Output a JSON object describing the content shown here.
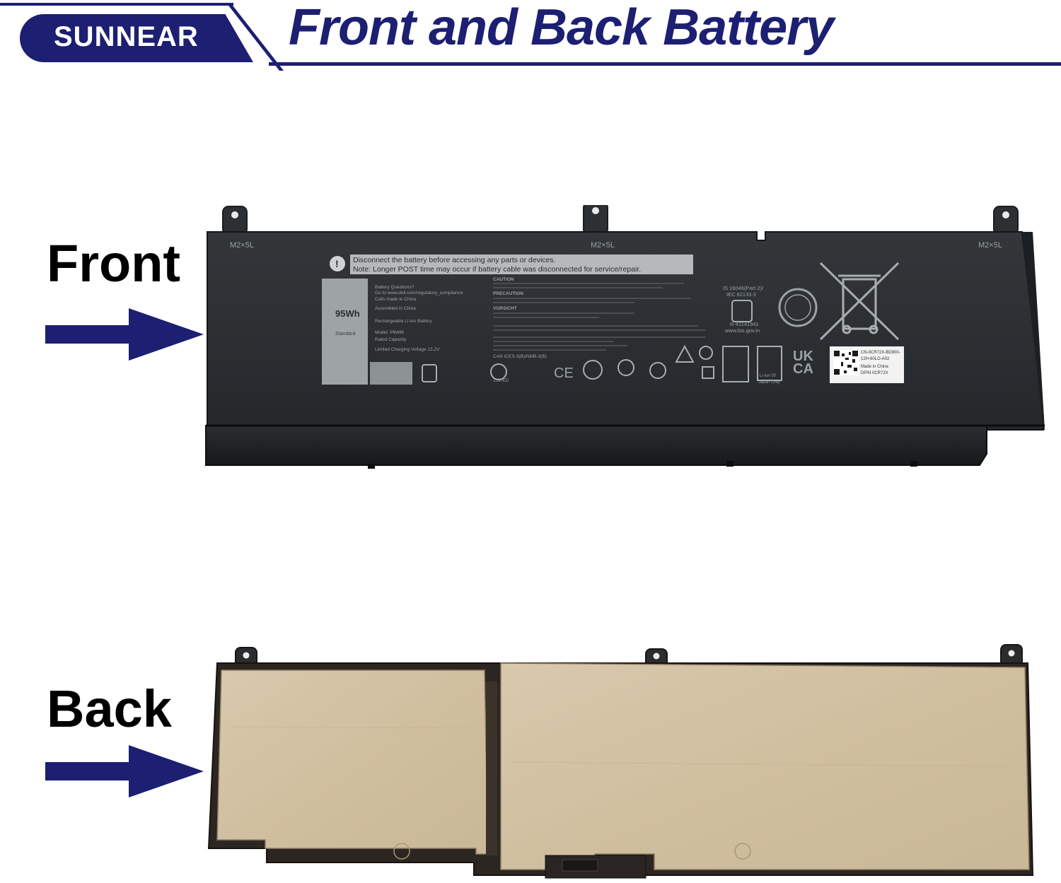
{
  "header": {
    "brand": "SUNNEAR",
    "title": "Front and Back Battery",
    "accent_color": "#1c1f72"
  },
  "labels": {
    "front": "Front",
    "back": "Back"
  },
  "front_battery": {
    "screw_marks": [
      "M2×5L",
      "M2×5L",
      "M2×5L"
    ],
    "warning_line1": "Disconnect the battery before accessing any parts or devices.",
    "warning_line2": "Note: Longer POST time may occur if battery cable was disconnected for service/repair.",
    "capacity": "95Wh",
    "capacity_sub": "Standard",
    "info_lines": [
      "Battery Questions?",
      "Go to www.dell.com/regulatory_compliance",
      "Cells made in China",
      "Assembled in China",
      "Rechargeable Li-ion Battery",
      "Model: P6WM",
      "Rated Capacity",
      "Limited Charging Voltage 13.2V"
    ],
    "caution_lines": [
      "CAUTION",
      "PRECAUTION",
      "VORSICHT",
      "CAN ICES-3(B)/NMB-3(B)"
    ],
    "bis_lines": [
      "IS 16046(Part 2)/",
      "IEC 62133-2",
      "R-41141941",
      "www.bis.gov.in"
    ],
    "marks": [
      "CE",
      "UK",
      "CA",
      "Li-ion 00",
      "Japan Only",
      "LISTED"
    ],
    "label_lines": [
      "CN-0CR72X-BD900-",
      "12H-60LO-A02",
      "Made in China",
      "DP/N 0CR72X"
    ]
  },
  "icons": [
    "arrow-right-icon",
    "caution-icon",
    "recycle-bin-crossed-icon",
    "recycle-seal-icon",
    "qr-code-icon"
  ]
}
